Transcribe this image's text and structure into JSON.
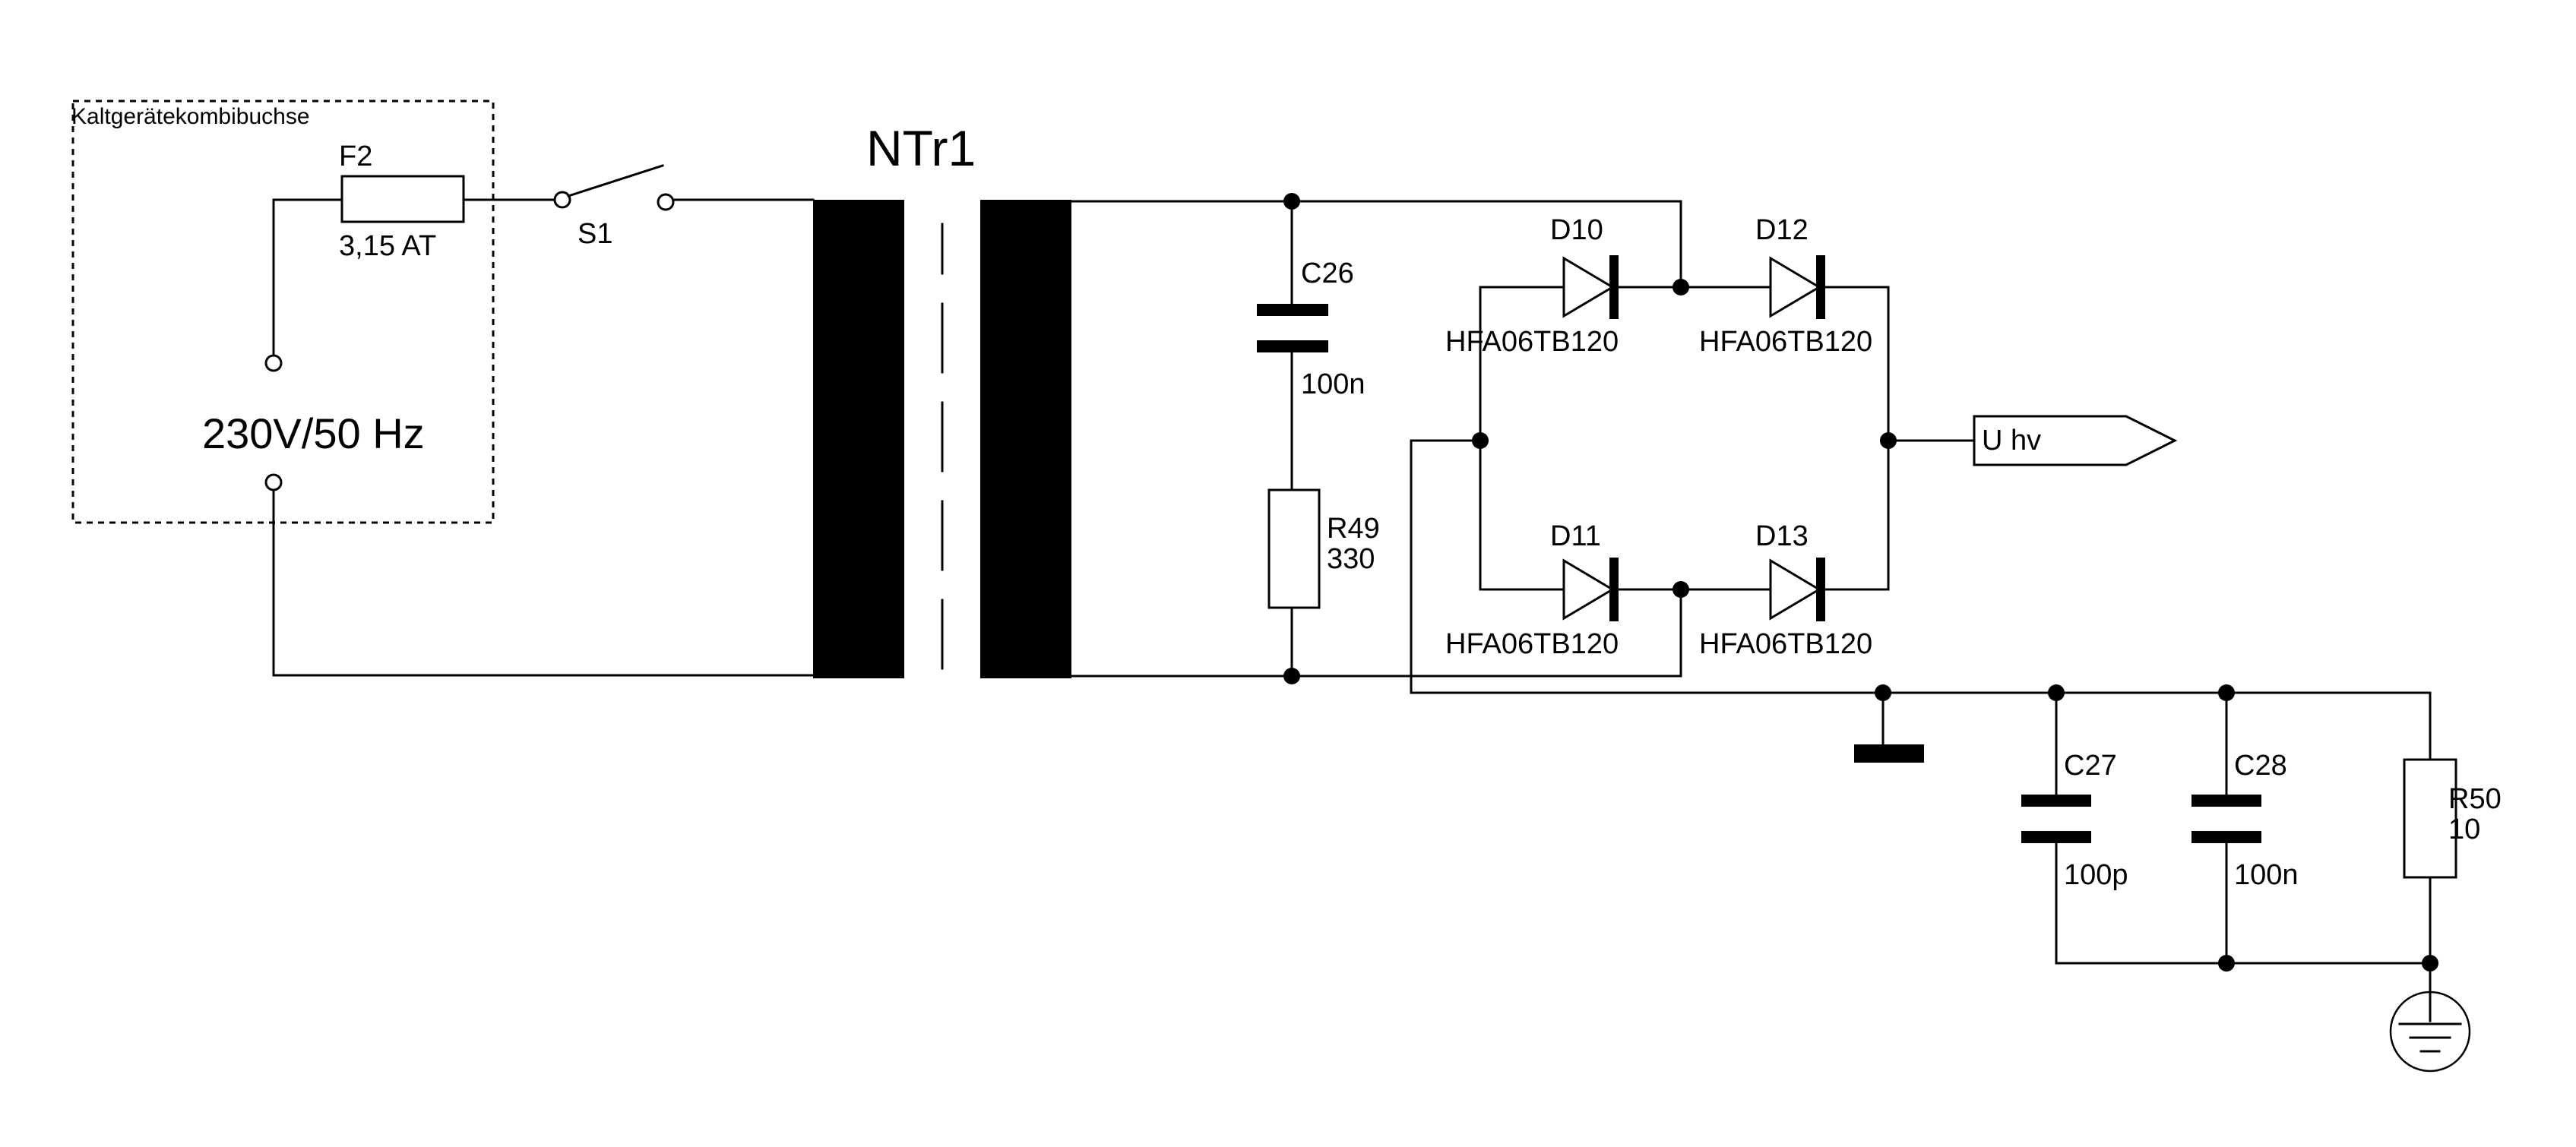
{
  "enclosure": {
    "label": "Kaltgerätekombibuchse"
  },
  "fuse": {
    "ref": "F2",
    "value": "3,15 AT"
  },
  "switch": {
    "ref": "S1"
  },
  "mains": {
    "label": "230V/50 Hz"
  },
  "transformer": {
    "ref": "NTr1"
  },
  "c26": {
    "ref": "C26",
    "value": "100n"
  },
  "r49": {
    "ref": "R49",
    "value": "330"
  },
  "d10": {
    "ref": "D10",
    "part": "HFA06TB120"
  },
  "d12": {
    "ref": "D12",
    "part": "HFA06TB120"
  },
  "d11": {
    "ref": "D11",
    "part": "HFA06TB120"
  },
  "d13": {
    "ref": "D13",
    "part": "HFA06TB120"
  },
  "output": {
    "label": "U hv"
  },
  "c27": {
    "ref": "C27",
    "value": "100p"
  },
  "c28": {
    "ref": "C28",
    "value": "100n"
  },
  "r50": {
    "ref": "R50",
    "value": "10"
  }
}
